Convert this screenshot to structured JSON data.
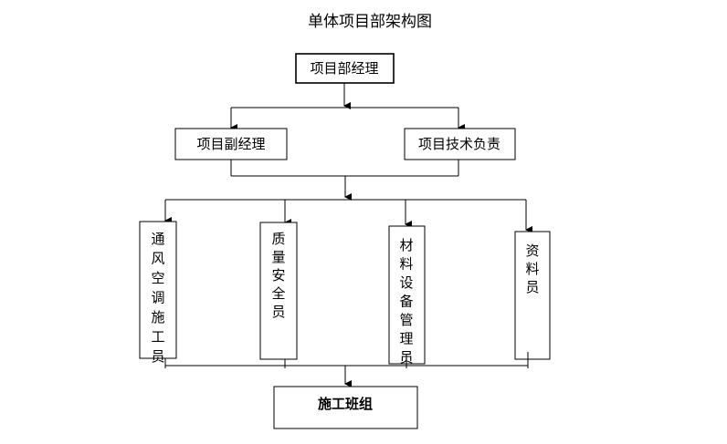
{
  "title": "单体项目部架构图",
  "nodes": {
    "manager": "项目部经理",
    "deputy_manager": "项目副经理",
    "technical_lead": "项目技术负责",
    "hvac_worker": "通风空调施工员",
    "quality_safety": "质量安全员",
    "materials_equipment": "材料设备管理员",
    "documentation": "资料员",
    "construction_team": "施工班组"
  }
}
